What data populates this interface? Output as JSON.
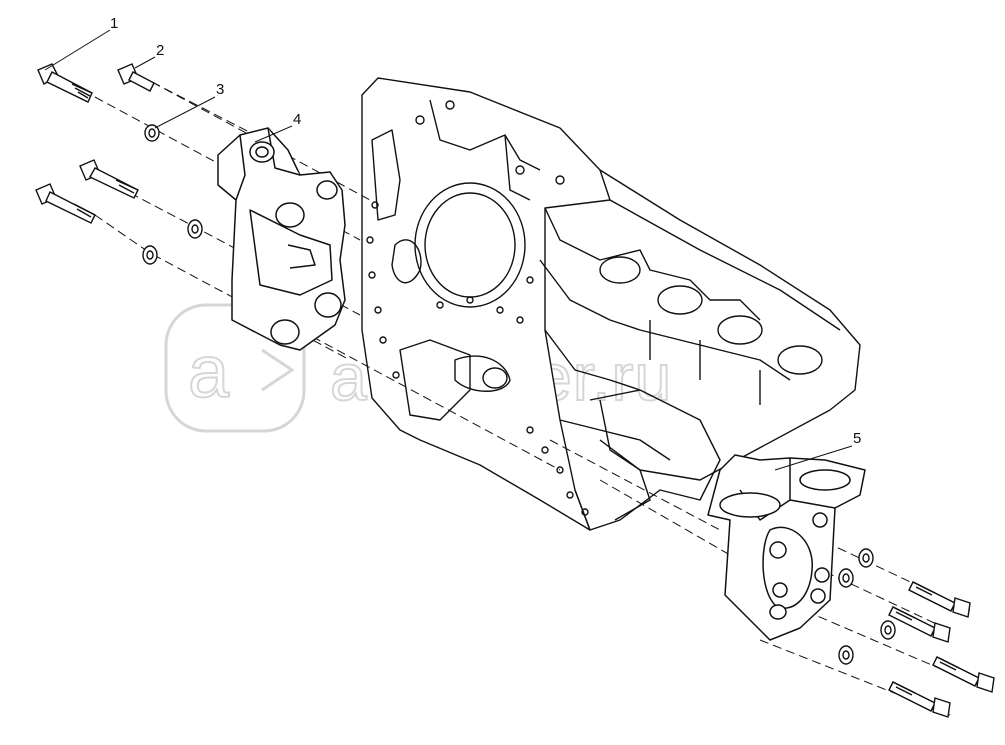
{
  "callouts": [
    {
      "label": "1"
    },
    {
      "label": "2"
    },
    {
      "label": "3"
    },
    {
      "label": "4"
    },
    {
      "label": "5"
    }
  ],
  "watermark": {
    "text": "autopiter.ru"
  },
  "colors": {
    "line": "#111111",
    "watermark": "#d6d6d6",
    "background": "#ffffff"
  }
}
